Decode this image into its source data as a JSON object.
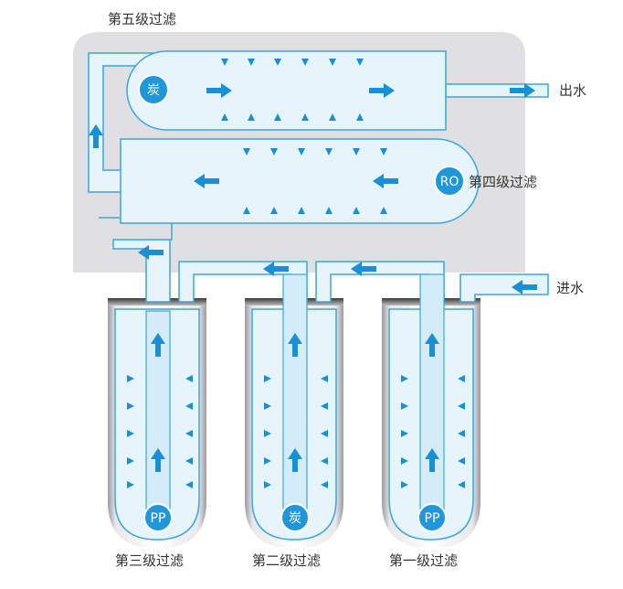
{
  "labels": {
    "stage5": "第五级过滤",
    "stage4": "第四级过滤",
    "stage3": "第三级过滤",
    "stage2": "第二级过滤",
    "stage1": "第一级过滤",
    "water_out": "出水",
    "water_in": "进水"
  },
  "badges": {
    "carbon_top": "炭",
    "ro": "RO",
    "pp_left": "PP",
    "carbon_mid": "炭",
    "pp_right": "PP"
  },
  "colors": {
    "housing": "#e0e0e2",
    "tube_fill": "#e6f4fc",
    "tube_border": "#3aa6dd",
    "flow_arrow": "#1a90d4",
    "badge": "#2196d8",
    "label_text": "#333333"
  },
  "icons": {
    "flow_arrow": "arrow-icon",
    "big_arrow": "large-flow-arrow-icon"
  }
}
